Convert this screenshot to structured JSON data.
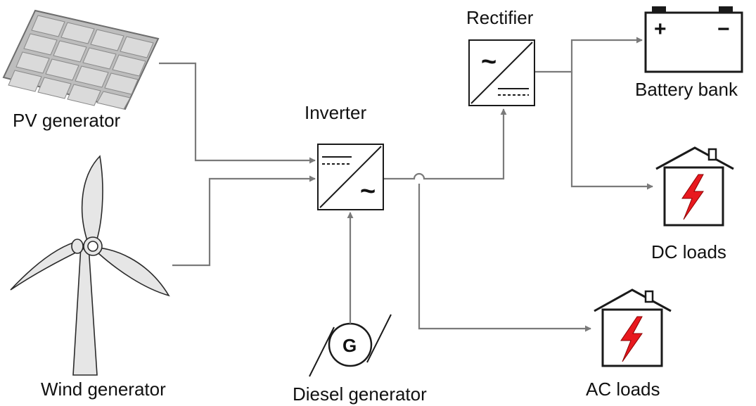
{
  "components": {
    "pv_generator": "PV generator",
    "wind_generator": "Wind generator",
    "inverter": "Inverter",
    "rectifier": "Rectifier",
    "battery_bank": "Battery bank",
    "dc_loads": "DC loads",
    "ac_loads": "AC loads",
    "diesel_generator": "Diesel generator"
  },
  "symbols": {
    "ac": "~",
    "generator_letter": "G",
    "battery_plus": "+",
    "battery_minus": "−"
  },
  "colors": {
    "wire": "#7a7a7a",
    "lightning": "#e8191f",
    "panel_cell": "#d3d3d3",
    "turbine_fill": "#e6e6e6"
  }
}
